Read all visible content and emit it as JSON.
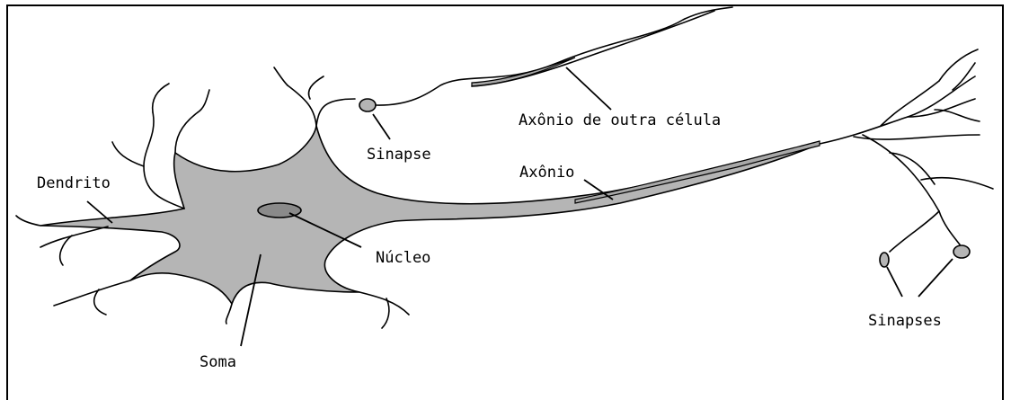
{
  "labels": {
    "dendrito": "Dendrito",
    "soma": "Soma",
    "nucleo": "Núcleo",
    "sinapse": "Sinapse",
    "axonio_outra": "Axônio de outra célula",
    "axonio": "Axônio",
    "sinapses": "Sinapses"
  },
  "colors": {
    "cell_fill": "#b5b5b5",
    "nucleus_fill": "#8a8a8a",
    "axon_fill": "#a8a8a8",
    "line": "#000000"
  }
}
